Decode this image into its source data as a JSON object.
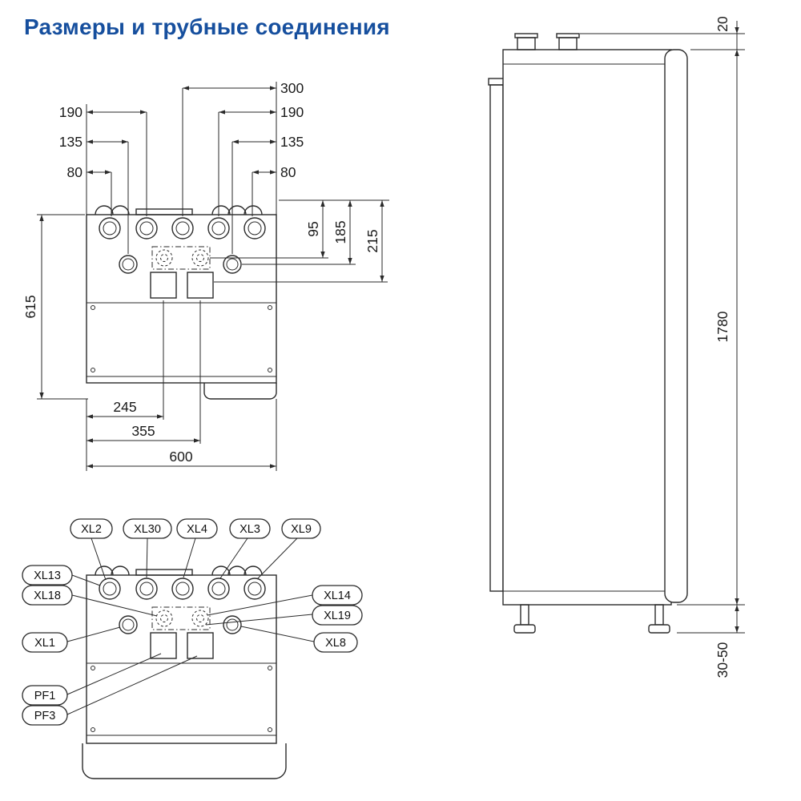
{
  "title": "Размеры и трубные соединения",
  "front_view": {
    "dim_top_center": "300",
    "dim_190_left": "190",
    "dim_190_right": "190",
    "dim_135_left": "135",
    "dim_135_right": "135",
    "dim_80_left": "80",
    "dim_80_right": "80",
    "dim_95": "95",
    "dim_185": "185",
    "dim_215": "215",
    "dim_height": "615",
    "dim_245": "245",
    "dim_355": "355",
    "dim_width": "600"
  },
  "connection_view": {
    "top_labels": [
      "XL2",
      "XL30",
      "XL4",
      "XL3",
      "XL9"
    ],
    "left_labels": [
      "XL13",
      "XL18",
      "XL1"
    ],
    "right_labels": [
      "XL14",
      "XL19",
      "XL8"
    ],
    "plate_labels": [
      "PF1",
      "PF3"
    ]
  },
  "side_view": {
    "dim_top_clearance": "20",
    "dim_height": "1780",
    "dim_foot_range": "30-50"
  },
  "colors": {
    "title": "#164f9e",
    "line": "#2a2a2a"
  }
}
